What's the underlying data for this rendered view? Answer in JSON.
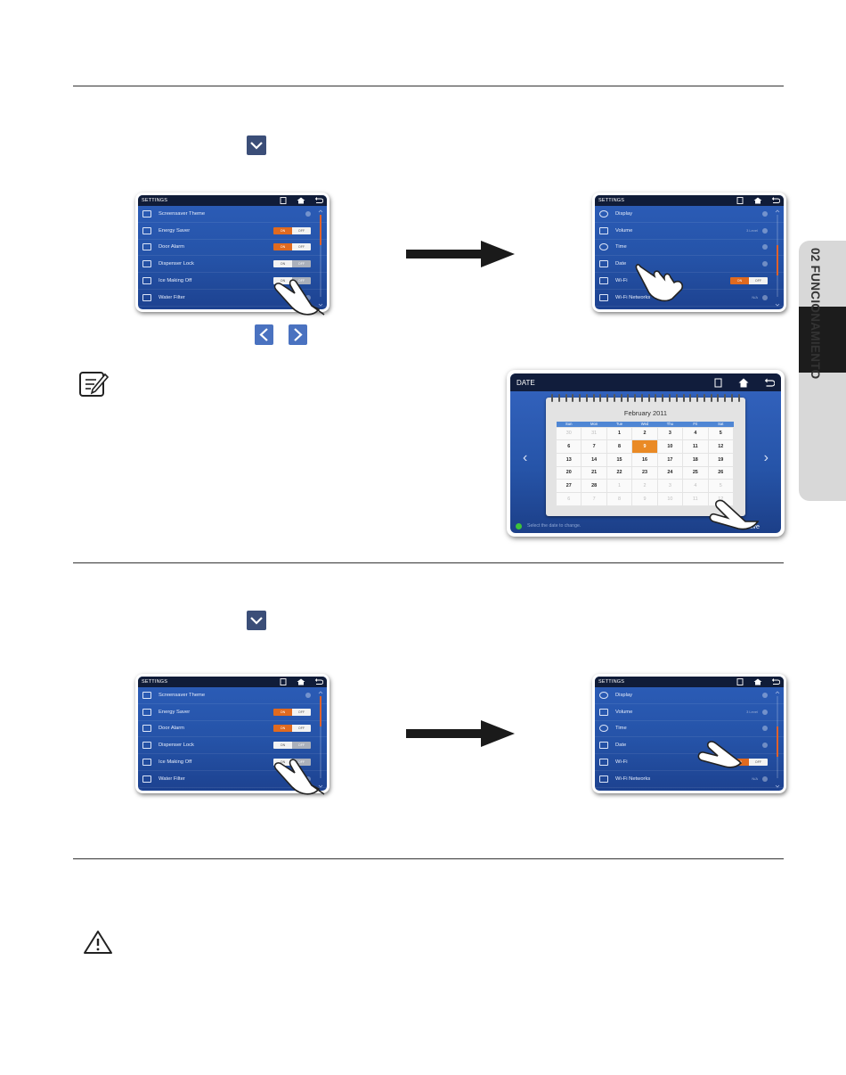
{
  "side_tab": {
    "label": "02 FUNCIONAMIENTO"
  },
  "settings_menu_a": {
    "title": "SETTINGS",
    "items": [
      {
        "label": "Screensaver Theme",
        "icon": "screensaver-icon"
      },
      {
        "label": "Energy Saver",
        "icon": "energy-icon",
        "toggle": {
          "on": "ON",
          "off": "OFF"
        }
      },
      {
        "label": "Door Alarm",
        "icon": "alarm-icon",
        "toggle": {
          "on": "ON",
          "off": "OFF"
        }
      },
      {
        "label": "Dispenser Lock",
        "icon": "lock-icon",
        "toggle": {
          "on": "ON",
          "off": "OFF"
        }
      },
      {
        "label": "Ice Making Off",
        "icon": "ice-icon",
        "toggle": {
          "on": "ON",
          "off": "OFF"
        }
      },
      {
        "label": "Water Filter",
        "icon": "filter-icon",
        "value": "Good"
      }
    ]
  },
  "settings_menu_b": {
    "title": "SETTINGS",
    "items": [
      {
        "label": "Display",
        "icon": "display-icon"
      },
      {
        "label": "Volume",
        "icon": "volume-icon",
        "value": "3 Level"
      },
      {
        "label": "Time",
        "icon": "clock-icon"
      },
      {
        "label": "Date",
        "icon": "calendar-icon"
      },
      {
        "label": "Wi-Fi",
        "icon": "wifi-icon",
        "toggle": {
          "on": "ON",
          "off": "OFF"
        }
      },
      {
        "label": "Wi-Fi Networks",
        "icon": "wifi-networks-icon",
        "value": "N/A"
      }
    ]
  },
  "date_screen": {
    "title": "DATE",
    "month": "February 2011",
    "weekdays": [
      "Sun",
      "Mon",
      "Tue",
      "Wed",
      "Thu",
      "Fri",
      "Sat"
    ],
    "weeks": [
      [
        "30",
        "31",
        "1",
        "2",
        "3",
        "4",
        "5"
      ],
      [
        "6",
        "7",
        "8",
        "9",
        "10",
        "11",
        "12"
      ],
      [
        "13",
        "14",
        "15",
        "16",
        "17",
        "18",
        "19"
      ],
      [
        "20",
        "21",
        "22",
        "23",
        "24",
        "25",
        "26"
      ],
      [
        "27",
        "28",
        "1",
        "2",
        "3",
        "4",
        "5"
      ],
      [
        "6",
        "7",
        "8",
        "9",
        "10",
        "11",
        "12"
      ]
    ],
    "selected": "9",
    "footer_text": "Select the date to change.",
    "save_label": "Save"
  }
}
